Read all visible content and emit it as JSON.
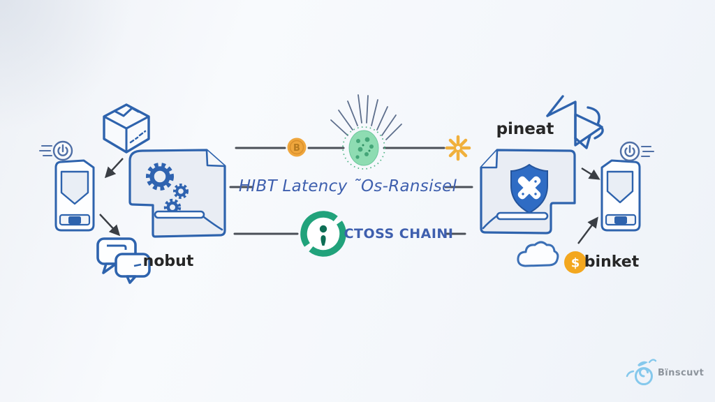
{
  "diagram": {
    "center": {
      "middle_label": "HIBT Latency ˜Os-Ransisel",
      "bottom_label": "CTOSS CHAINI"
    },
    "labels": {
      "left_chat": "nobut",
      "right_doc": "pineat",
      "right_coin": "binket"
    },
    "glyphs": {
      "bitcoin": "B",
      "dollar": "$"
    },
    "brand": {
      "name": "Bïnscuvt"
    },
    "icons": {
      "left": [
        "power-speed-icon",
        "smartphone-shield-icon",
        "package-box-icon",
        "document-gears-icon",
        "chat-bubbles-icon"
      ],
      "center": [
        "bitcoin-coin-icon",
        "ai-virus-glow-icon",
        "starburst-icon",
        "info-ring-badge-icon"
      ],
      "right": [
        "document-shield-x-icon",
        "paper-plane-icon",
        "cloud-icon",
        "dollar-coin-icon",
        "smartphone-shield-icon",
        "power-speed-icon"
      ],
      "footer": [
        "swirl-logo-icon"
      ]
    },
    "colors": {
      "line_art_blue": "#2e63ad",
      "doc_fill": "#e9edf4",
      "connector_gray": "#4a4f57",
      "arrow_dark": "#3a3e44",
      "text_blue": "#3e5fae",
      "label_dark": "#262626",
      "coin_orange": "#efa63d",
      "star_orange": "#f0b03c",
      "virus_green": "#8edcb2",
      "badge_green": "#21a27b",
      "shield_blue": "#2f6cc4",
      "logo_blue": "#85c8ec",
      "brand_gray": "#8d949c"
    }
  }
}
